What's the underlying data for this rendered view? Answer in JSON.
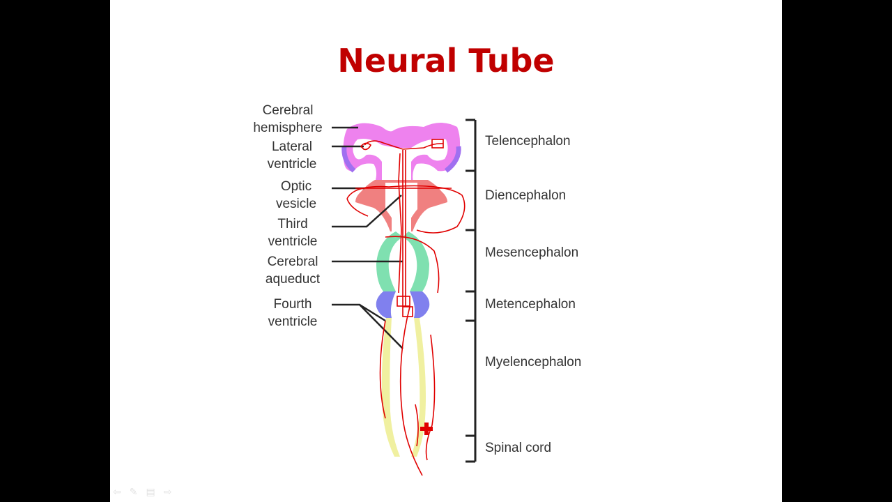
{
  "slide": {
    "title": "Neural Tube"
  },
  "left_labels": [
    "Cerebral hemisphere",
    "Lateral ventricle",
    "Optic vesicle",
    "Third ventricle",
    "Cerebral aqueduct",
    "Fourth ventricle"
  ],
  "right_labels": [
    "Telencephalon",
    "Diencephalon",
    "Mesencephalon",
    "Metencephalon",
    "Myelencephalon",
    "Spinal cord"
  ],
  "colors": {
    "title": "#c00000",
    "telencephalon": "#ee82ee",
    "diencephalon": "#f08080",
    "mesencephalon": "#7fe0b0",
    "metencephalon": "#8080ee",
    "myelencephalon": "#f0f0a0",
    "annotation": "#e00000"
  },
  "toolbar": {
    "icons": [
      "prev-arrow-icon",
      "pen-icon",
      "menu-icon",
      "next-arrow-icon"
    ]
  }
}
